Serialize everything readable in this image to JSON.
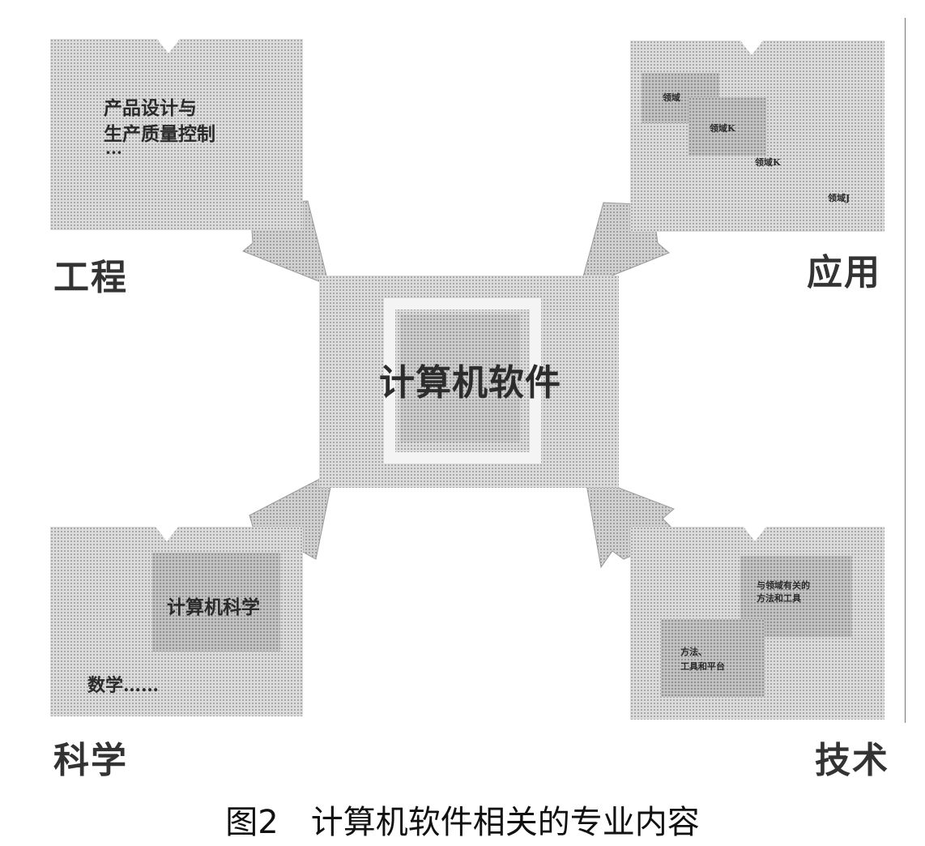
{
  "center": {
    "title": "计算机软件"
  },
  "quadrants": {
    "engineering": {
      "label": "工程",
      "text_line1": "产品设计与",
      "text_line2": "生产质量控制",
      "ellipsis": "···"
    },
    "application": {
      "label": "应用",
      "box1": "领域",
      "box2": "领域K",
      "box3": "领域K",
      "box4": "领域J"
    },
    "science": {
      "label": "科学",
      "box": "计算机科学",
      "text": "数学……"
    },
    "technology": {
      "label": "技术",
      "box1_line1": "与领域有关的",
      "box1_line2": "方法和工具",
      "box2_line1": "方法、",
      "box2_line2": "工具和平台"
    }
  },
  "caption": "图2　计算机软件相关的专业内容",
  "colors": {
    "panel": "#dcdcdc",
    "dark_box": "#b7b7b7",
    "text": "#2a2a2a"
  }
}
